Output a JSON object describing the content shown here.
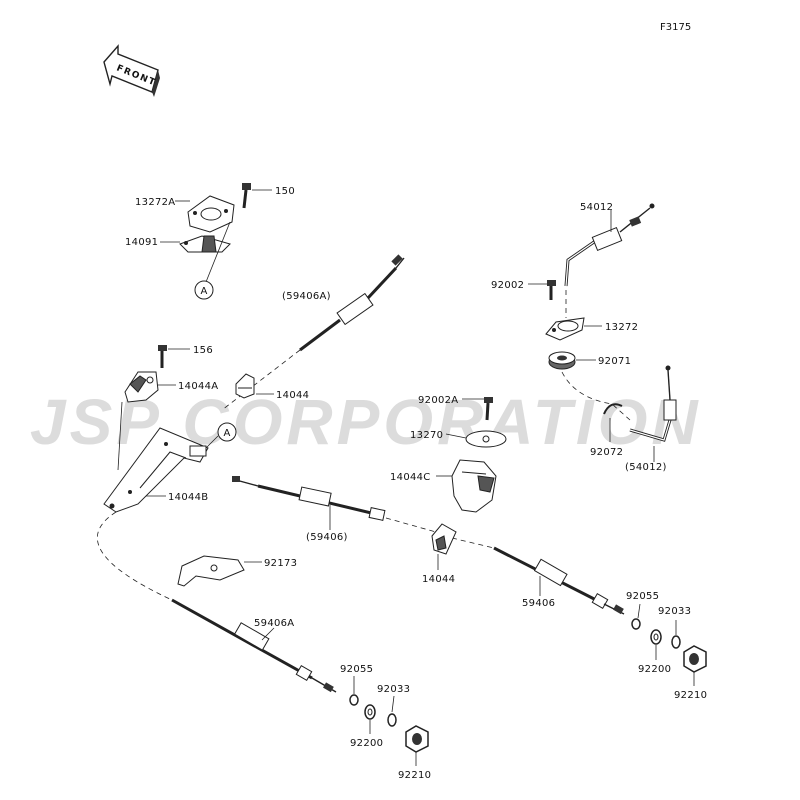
{
  "figure_id": "F3175",
  "watermark": "JSP CORPORATION",
  "front_label": "FRONT",
  "reference_marker": "A",
  "labels": {
    "p13272A": "13272A",
    "p150": "150",
    "p14091": "14091",
    "p59406A_top": "(59406A)",
    "p156": "156",
    "p14044A": "14044A",
    "p14044_upper": "14044",
    "p14044B": "14044B",
    "p92002A": "92002A",
    "p13270": "13270",
    "p14044C": "14044C",
    "p54012": "54012",
    "p92002": "92002",
    "p13272": "13272",
    "p92071": "92071",
    "p92072": "92072",
    "p54012_paren": "(54012)",
    "p59406_paren": "(59406)",
    "p14044_mid": "14044",
    "p59406_right": "59406",
    "p92173": "92173",
    "p59406A_lower": "59406A",
    "p92055_right": "92055",
    "p92033_right": "92033",
    "p92200_right": "92200",
    "p92210_right": "92210",
    "p92055_left": "92055",
    "p92033_left": "92033",
    "p92200_left": "92200",
    "p92210_left": "92210"
  }
}
